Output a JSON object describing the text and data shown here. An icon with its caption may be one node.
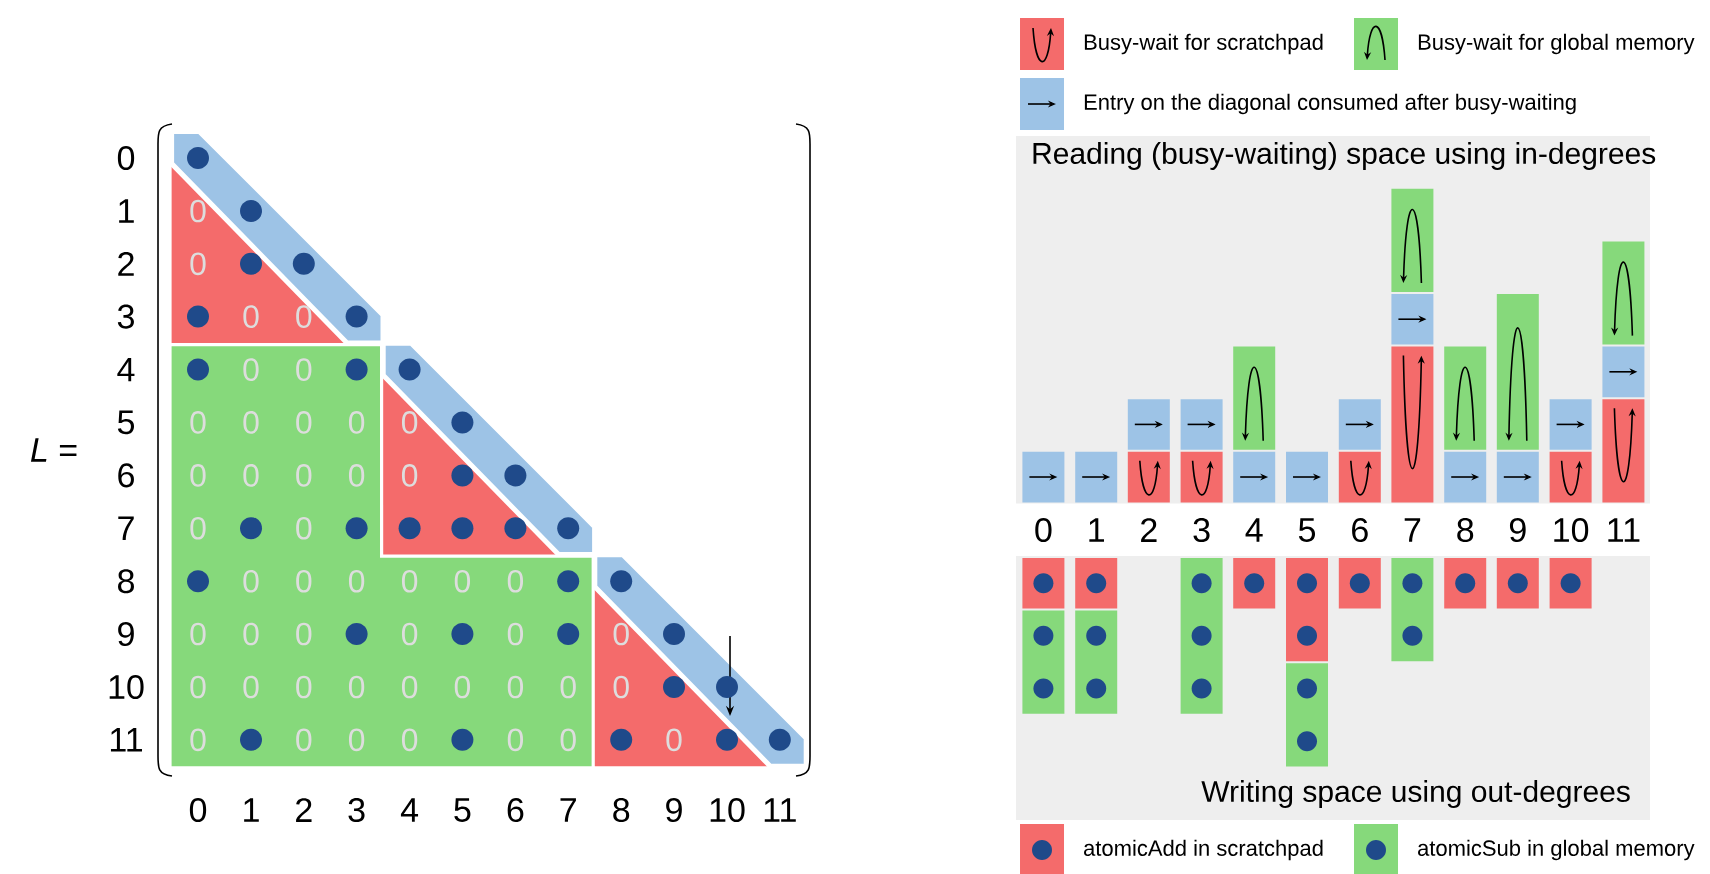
{
  "diagram": {
    "labels": [
      "*L* =",
      "0",
      "1",
      "0",
      "2",
      "0",
      "3",
      "0",
      "0",
      "4",
      "0",
      "0",
      "5",
      "0",
      "0",
      "0",
      "0",
      "0",
      "6",
      "0",
      "0",
      "0",
      "0",
      "0",
      "7",
      "0",
      "0",
      "8",
      "0",
      "0",
      "0",
      "0",
      "0",
      "0",
      "9",
      "0",
      "0",
      "0",
      "0",
      "0",
      "0",
      "10",
      "0",
      "0",
      "0",
      "0",
      "0",
      "0",
      "0",
      "0",
      "0",
      "11",
      "0",
      "0",
      "0",
      "0",
      "0",
      "0",
      "0",
      "0",
      "1",
      "2",
      "3",
      "4",
      "5",
      "6",
      "7",
      "8",
      "9",
      "10",
      "11",
      "Reading (busy-waiting) space using in-degrees",
      "0",
      "1",
      "2",
      "3",
      "4",
      "5",
      "6",
      "7",
      "8",
      "9",
      "10",
      "11",
      "Writing space using out-degrees"
    ],
    "legend": [
      {
        "text": "Busy-wait for scratchpad",
        "color": "#f46b6b"
      },
      {
        "text": "Busy-wait for global memory",
        "color": "#86d97b"
      },
      {
        "text": "Entry on the diagonal consumed after busy-waiting",
        "color": "#9dc3e6"
      },
      {
        "text": "atomicAdd in scratchpad",
        "color": "#f46b6b"
      },
      {
        "text": "atomicSub in global memory",
        "color": "#86d97b"
      }
    ]
  }
}
